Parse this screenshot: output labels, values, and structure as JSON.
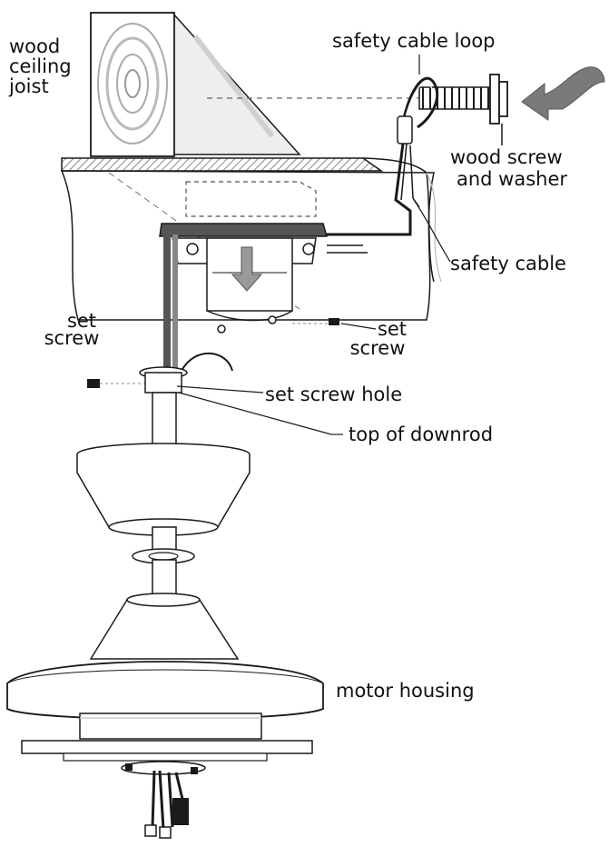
{
  "labels": {
    "joist_line1": "wood",
    "joist_line2": "ceiling",
    "joist_line3": "joist",
    "cable_loop": "safety cable loop",
    "wood_screw_line1": "wood screw",
    "wood_screw_line2": "and washer",
    "safety_cable": "safety cable",
    "set_screw_left_line1": "set",
    "set_screw_left_line2": "screw",
    "set_screw_right_line1": "set",
    "set_screw_right_line2": "screw",
    "set_screw_hole": "set screw hole",
    "top_of_downrod": "top of downrod",
    "motor_housing": "motor housing"
  },
  "colors": {
    "line": "#1a1a1a",
    "fill": "#ffffff",
    "shade": "#e9e9e9",
    "hatch": "#8a8a8a",
    "arrow": "#7a7a7a"
  }
}
